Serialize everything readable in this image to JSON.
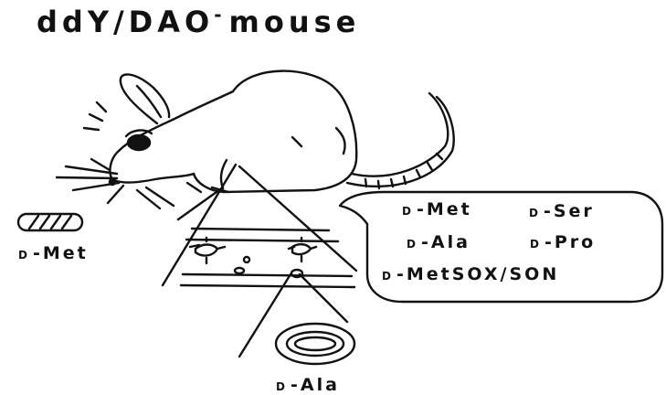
{
  "title_main": "ddY/DAO",
  "title_sup": "-",
  "title_end": "mouse",
  "d_prefix": "D",
  "left_label": "Met",
  "bottom_label": "Ala",
  "bubble": {
    "items": [
      "Met",
      "Ser",
      "Ala",
      "Pro",
      "MetSOX/SON"
    ]
  },
  "colors": {
    "ink": "#111111",
    "background": "#ffffff"
  }
}
